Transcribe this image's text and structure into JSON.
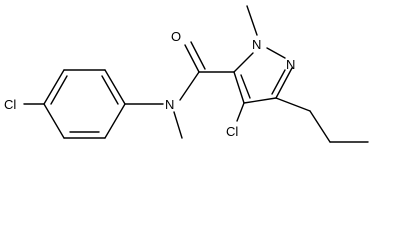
{
  "atoms": {
    "cl_aryl": "Cl",
    "n_amide": "N",
    "o_carbonyl": "O",
    "n1_pyrazole": "N",
    "n2_pyrazole": "N",
    "cl_pyrazole": "Cl"
  },
  "colors": {
    "bond": "#000000",
    "label": "#000000",
    "background": "#ffffff"
  }
}
